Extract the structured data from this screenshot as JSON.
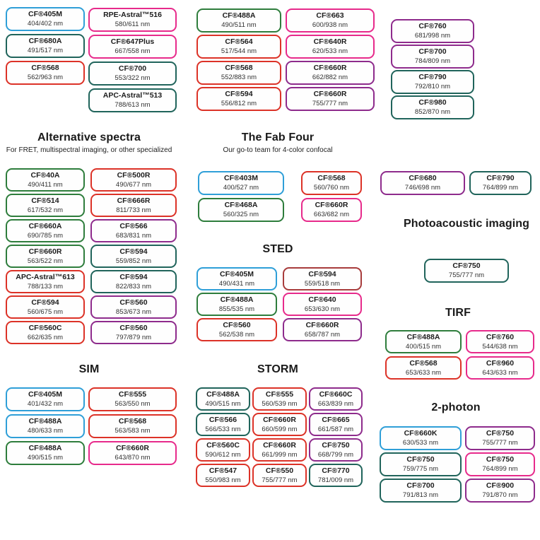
{
  "palette": {
    "blue": "#2f9fd8",
    "teal": "#20645b",
    "green": "#2e7d3c",
    "red": "#dc3227",
    "maroon": "#a83c3c",
    "pink": "#e72a8b",
    "purple": "#8e2b8c"
  },
  "sections": [
    {
      "id": "top-col-1",
      "columns": [
        [
          {
            "name": "CF®405M",
            "value": "404/402 nm",
            "color": "blue"
          },
          {
            "name": "CF®680A",
            "value": "491/517 nm",
            "color": "teal"
          },
          {
            "name": "CF®568",
            "value": "562/963 nm",
            "color": "red"
          }
        ]
      ]
    },
    {
      "id": "top-col-2",
      "columns": [
        [
          {
            "name": "RPE-Astral™516",
            "value": "580/611 nm",
            "color": "pink"
          },
          {
            "name": "CF®647Plus",
            "value": "667/558 nm",
            "color": "pink"
          },
          {
            "name": "CF®700",
            "value": "553/322 nm",
            "color": "teal"
          },
          {
            "name": "APC-Astral™513",
            "value": "788/613 nm",
            "color": "teal"
          }
        ]
      ]
    },
    {
      "id": "top-col-3",
      "columns": [
        [
          {
            "name": "CF®488A",
            "value": "490/511 nm",
            "color": "green"
          },
          {
            "name": "CF®564",
            "value": "517/544 nm",
            "color": "red"
          },
          {
            "name": "CF®568",
            "value": "552/883 nm",
            "color": "red"
          },
          {
            "name": "CF®594",
            "value": "556/812 nm",
            "color": "red"
          }
        ]
      ]
    },
    {
      "id": "top-col-4",
      "columns": [
        [
          {
            "name": "CF®663",
            "value": "600/938 nm",
            "color": "pink"
          },
          {
            "name": "CF®640R",
            "value": "620/533 nm",
            "color": "pink"
          },
          {
            "name": "CF®660R",
            "value": "662/882 nm",
            "color": "purple"
          },
          {
            "name": "CF®660R",
            "value": "755/777 nm",
            "color": "purple"
          }
        ]
      ]
    },
    {
      "id": "top-col-5",
      "columns": [
        [
          {
            "name": "CF®760",
            "value": "681/998 nm",
            "color": "purple"
          },
          {
            "name": "CF®700",
            "value": "784/809 nm",
            "color": "purple"
          },
          {
            "name": "CF®790",
            "value": "792/810 nm",
            "color": "teal"
          },
          {
            "name": "CF®980",
            "value": "852/870 nm",
            "color": "teal"
          }
        ]
      ]
    },
    {
      "id": "alternative-spectra",
      "title": "Alternative spectra",
      "subtitle": "For FRET, multispectral imaging, or other specialized",
      "columns": [
        [
          {
            "name": "CF®40A",
            "value": "490/411 nm",
            "color": "green"
          },
          {
            "name": "CF®514",
            "value": "617/532 nm",
            "color": "green"
          },
          {
            "name": "CF®660A",
            "value": "690/785 nm",
            "color": "green"
          },
          {
            "name": "CF®660R",
            "value": "563/522 nm",
            "color": "green"
          },
          {
            "name": "APC-Astral™613",
            "value": "788/133 nm",
            "color": "red"
          },
          {
            "name": "CF®594",
            "value": "560/675 nm",
            "color": "red"
          },
          {
            "name": "CF®560C",
            "value": "662/635 nm",
            "color": "red"
          }
        ],
        [
          {
            "name": "CF®500R",
            "value": "490/677 nm",
            "color": "red"
          },
          {
            "name": "CF®666R",
            "value": "811/733 nm",
            "color": "red"
          },
          {
            "name": "CF®566",
            "value": "683/831 nm",
            "color": "purple"
          },
          {
            "name": "CF®594",
            "value": "559/852 nm",
            "color": "teal"
          },
          {
            "name": "CF®594",
            "value": "822/833 nm",
            "color": "teal"
          },
          {
            "name": "CF®560",
            "value": "853/673 nm",
            "color": "purple"
          },
          {
            "name": "CF®560",
            "value": "797/879 nm",
            "color": "purple"
          }
        ]
      ]
    },
    {
      "id": "fab-four",
      "title": "The Fab Four",
      "subtitle": "Our go-to team for 4-color confocal",
      "columns": [
        [
          {
            "name": "CF®403M",
            "value": "400/527 nm",
            "color": "blue"
          },
          {
            "name": "CF®468A",
            "value": "560/325 nm",
            "color": "green"
          }
        ],
        [
          {
            "name": "CF®568",
            "value": "560/760 nm",
            "color": "red"
          },
          {
            "name": "CF®660R",
            "value": "663/682 nm",
            "color": "pink"
          }
        ]
      ]
    },
    {
      "id": "nir-pair",
      "columns": [
        [
          {
            "name": "CF®680",
            "value": "746/698 nm",
            "color": "purple"
          }
        ],
        [
          {
            "name": "CF®790",
            "value": "764/899 nm",
            "color": "teal"
          }
        ]
      ]
    },
    {
      "id": "photoacoustic",
      "title": "Photoacoustic imaging",
      "columns": [
        [
          {
            "name": "CF®750",
            "value": "755/777 nm",
            "color": "teal"
          }
        ]
      ]
    },
    {
      "id": "sted",
      "title": "STED",
      "columns": [
        [
          {
            "name": "CF®405M",
            "value": "490/431 nm",
            "color": "blue"
          },
          {
            "name": "CF®488A",
            "value": "855/535 nm",
            "color": "green"
          },
          {
            "name": "CF®560",
            "value": "562/538 nm",
            "color": "red"
          }
        ],
        [
          {
            "name": "CF®594",
            "value": "559/518 nm",
            "color": "maroon"
          },
          {
            "name": "CF®640",
            "value": "653/630 nm",
            "color": "pink"
          },
          {
            "name": "CF®660R",
            "value": "658/787 nm",
            "color": "purple"
          }
        ]
      ]
    },
    {
      "id": "tirf",
      "title": "TIRF",
      "columns": [
        [
          {
            "name": "CF®488A",
            "value": "400/515 nm",
            "color": "green"
          },
          {
            "name": "CF®568",
            "value": "653/633 nm",
            "color": "red"
          }
        ],
        [
          {
            "name": "CF®760",
            "value": "544/638 nm",
            "color": "pink"
          },
          {
            "name": "CF®960",
            "value": "643/633 nm",
            "color": "pink"
          }
        ]
      ]
    },
    {
      "id": "sim",
      "title": "SIM",
      "columns": [
        [
          {
            "name": "CF®405M",
            "value": "401/432 nm",
            "color": "blue"
          },
          {
            "name": "CF®488A",
            "value": "480/633 nm",
            "color": "blue"
          },
          {
            "name": "CF®488A",
            "value": "490/515 nm",
            "color": "green"
          }
        ],
        [
          {
            "name": "CF®555",
            "value": "563/550 nm",
            "color": "red"
          },
          {
            "name": "CF®568",
            "value": "563/583 nm",
            "color": "red"
          },
          {
            "name": "CF®660R",
            "value": "643/870 nm",
            "color": "pink"
          }
        ]
      ]
    },
    {
      "id": "storm",
      "title": "STORM",
      "columns": [
        [
          {
            "name": "CF®488A",
            "value": "490/515 nm",
            "color": "teal"
          },
          {
            "name": "CF®566",
            "value": "566/533 nm",
            "color": "teal"
          },
          {
            "name": "CF®560C",
            "value": "590/612 nm",
            "color": "red"
          },
          {
            "name": "CF®547",
            "value": "550/983 nm",
            "color": "red"
          }
        ],
        [
          {
            "name": "CF®555",
            "value": "560/539 nm",
            "color": "red"
          },
          {
            "name": "CF®660R",
            "value": "660/599 nm",
            "color": "red"
          },
          {
            "name": "CF®660R",
            "value": "661/999 nm",
            "color": "red"
          },
          {
            "name": "CF®550",
            "value": "755/777 nm",
            "color": "red"
          }
        ],
        [
          {
            "name": "CF®660C",
            "value": "663/839 nm",
            "color": "purple"
          },
          {
            "name": "CF®665",
            "value": "661/587 nm",
            "color": "purple"
          },
          {
            "name": "CF®750",
            "value": "668/799 nm",
            "color": "purple"
          },
          {
            "name": "CF®770",
            "value": "781/009 nm",
            "color": "teal"
          }
        ]
      ]
    },
    {
      "id": "two-photon",
      "title": "2-photon",
      "columns": [
        [
          {
            "name": "CF®660K",
            "value": "630/533 nm",
            "color": "blue"
          },
          {
            "name": "CF®750",
            "value": "759/775 nm",
            "color": "teal"
          },
          {
            "name": "CF®700",
            "value": "791/813 nm",
            "color": "teal"
          }
        ],
        [
          {
            "name": "CF®750",
            "value": "755/777 nm",
            "color": "purple"
          },
          {
            "name": "CF®750",
            "value": "764/899 nm",
            "color": "pink"
          },
          {
            "name": "CF®900",
            "value": "791/870 nm",
            "color": "purple"
          }
        ]
      ]
    }
  ]
}
